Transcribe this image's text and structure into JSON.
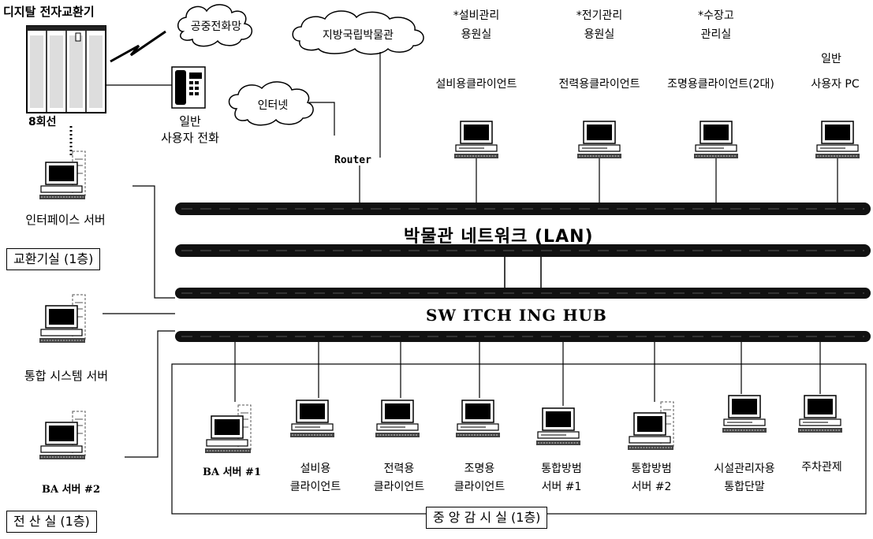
{
  "exchange": {
    "title": "디지탈 전자교환기",
    "lines": "8회선"
  },
  "clouds": {
    "pstn": "공중전화망",
    "museum": "지방국립박물관",
    "internet": "인터넷"
  },
  "phone": {
    "line1": "일반",
    "line2": "사용자 전화"
  },
  "router": "Router",
  "top_clients": [
    {
      "room1": "*설비관리",
      "room2": "용원실",
      "label": "설비용클라이언트"
    },
    {
      "room1": "*전기관리",
      "room2": "용원실",
      "label": "전력용클라이언트"
    },
    {
      "room1": "*수장고",
      "room2": "관리실",
      "label": "조명용클라이언트(2대)"
    },
    {
      "room1": "일반",
      "room2": "",
      "label": "사용자 PC"
    }
  ],
  "lan_label": "박물관 네트워크 (LAN)",
  "hub_label": "SW ITCH ING HUB",
  "left_servers": {
    "interface": "인터페이스 서버",
    "integrated": "통합 시스템 서버",
    "ba2": "BA 서버 #2"
  },
  "rooms": {
    "exchange_room": "교환기실 (1층)",
    "computer_room": "전 산 실 (1층)",
    "central_room": "중 앙 감 시 실 (1층)"
  },
  "central_devices": [
    {
      "line1": "BA 서버 #1",
      "line2": ""
    },
    {
      "line1": "설비용",
      "line2": "클라이언트"
    },
    {
      "line1": "전력용",
      "line2": "클라이언트"
    },
    {
      "line1": "조명용",
      "line2": "클라이언트"
    },
    {
      "line1": "통합방범",
      "line2": "서버 #1"
    },
    {
      "line1": "통합방범",
      "line2": "서버 #2"
    },
    {
      "line1": "시설관리자용",
      "line2": "통합단말"
    },
    {
      "line1": "주차관제",
      "line2": ""
    }
  ]
}
